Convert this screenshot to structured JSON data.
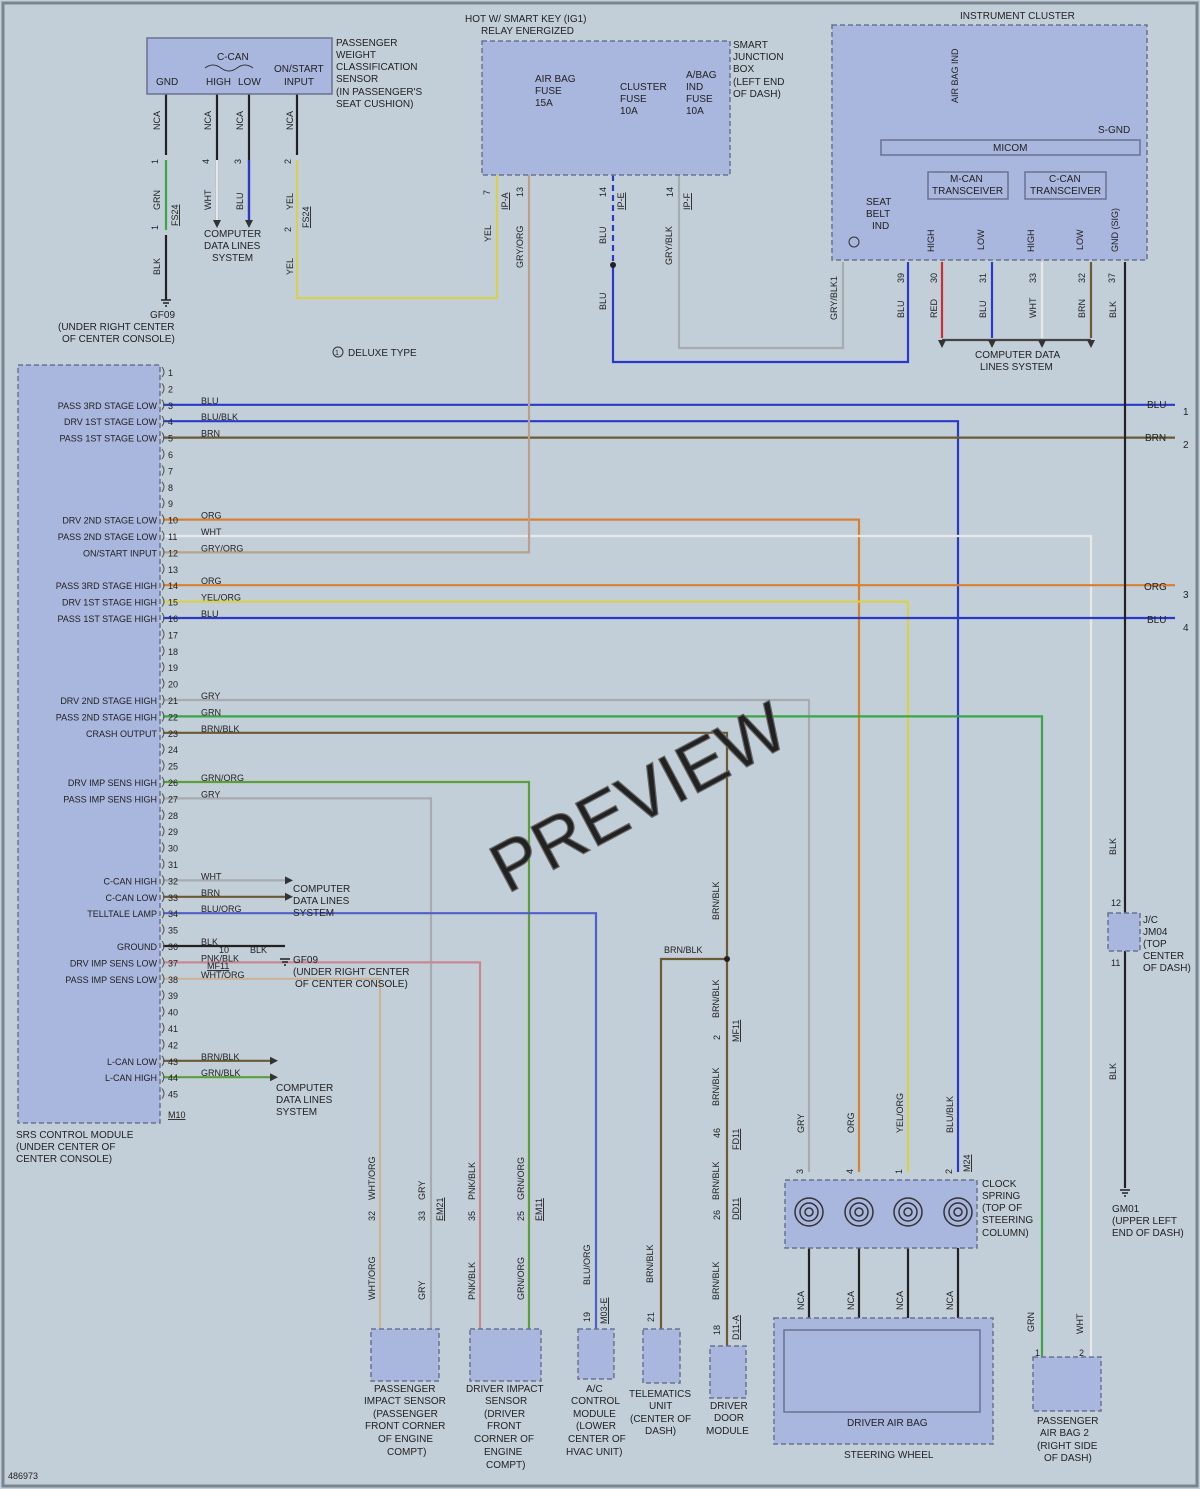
{
  "diagram_id": "486973",
  "watermark": "PREVIEW",
  "deluxe_note": "DELUXE TYPE",
  "srs": {
    "title_lines": [
      "SRS CONTROL MODULE",
      "(UNDER CENTER OF",
      "CENTER CONSOLE)"
    ],
    "connector": "M10",
    "pins": [
      "1",
      "2",
      "3",
      "4",
      "5",
      "6",
      "7",
      "8",
      "9",
      "10",
      "11",
      "12",
      "13",
      "14",
      "15",
      "16",
      "17",
      "18",
      "19",
      "20",
      "21",
      "22",
      "23",
      "24",
      "25",
      "26",
      "27",
      "28",
      "29",
      "30",
      "31",
      "32",
      "33",
      "34",
      "35",
      "36",
      "37",
      "38",
      "39",
      "40",
      "41",
      "42",
      "43",
      "44",
      "45"
    ],
    "labels": [
      {
        "pin": "3",
        "text": "PASS 3RD STAGE LOW",
        "wire": "BLU"
      },
      {
        "pin": "4",
        "text": "DRV 1ST STAGE LOW",
        "wire": "BLU/BLK"
      },
      {
        "pin": "5",
        "text": "PASS 1ST STAGE LOW",
        "wire": "BRN"
      },
      {
        "pin": "10",
        "text": "DRV 2ND STAGE LOW",
        "wire": "ORG"
      },
      {
        "pin": "11",
        "text": "PASS 2ND STAGE LOW",
        "wire": "WHT"
      },
      {
        "pin": "12",
        "text": "ON/START INPUT",
        "wire": "GRY/ORG"
      },
      {
        "pin": "14",
        "text": "PASS 3RD STAGE HIGH",
        "wire": "ORG"
      },
      {
        "pin": "15",
        "text": "DRV 1ST STAGE HIGH",
        "wire": "YEL/ORG"
      },
      {
        "pin": "16",
        "text": "PASS 1ST STAGE HIGH",
        "wire": "BLU"
      },
      {
        "pin": "21",
        "text": "DRV 2ND STAGE HIGH",
        "wire": "GRY"
      },
      {
        "pin": "22",
        "text": "PASS 2ND STAGE HIGH",
        "wire": "GRN"
      },
      {
        "pin": "23",
        "text": "CRASH OUTPUT",
        "wire": "BRN/BLK"
      },
      {
        "pin": "26",
        "text": "DRV IMP SENS HIGH",
        "wire": "GRN/ORG"
      },
      {
        "pin": "27",
        "text": "PASS IMP SENS HIGH",
        "wire": "GRY"
      },
      {
        "pin": "32",
        "text": "C-CAN HIGH",
        "wire": "WHT"
      },
      {
        "pin": "33",
        "text": "C-CAN LOW",
        "wire": "BRN"
      },
      {
        "pin": "34",
        "text": "TELLTALE LAMP",
        "wire": "BLU/ORG"
      },
      {
        "pin": "36",
        "text": "GROUND",
        "wire": "BLK"
      },
      {
        "pin": "37",
        "text": "DRV IMP SENS LOW",
        "wire": "PNK/BLK"
      },
      {
        "pin": "38",
        "text": "PASS IMP SENS LOW",
        "wire": "WHT/ORG"
      },
      {
        "pin": "43",
        "text": "L-CAN LOW",
        "wire": "BRN/BLK"
      },
      {
        "pin": "44",
        "text": "L-CAN HIGH",
        "wire": "GRN/BLK"
      }
    ]
  },
  "pwcs": {
    "title_lines": [
      "PASSENGER",
      "WEIGHT",
      "CLASSIFICATION",
      "SENSOR",
      "(IN PASSENGER'S",
      "SEAT CUSHION)"
    ],
    "can_label": "C-CAN",
    "cols": [
      "GND",
      "HIGH",
      "LOW",
      "ON/START",
      "INPUT"
    ],
    "wires": [
      "NCA",
      "NCA",
      "NCA",
      "NCA"
    ],
    "pins": [
      "1",
      "4",
      "3",
      "2"
    ],
    "gnd_wire": "GRN",
    "gnd_conn": "FS24",
    "gnd_pin": "1",
    "blk": "BLK",
    "wht": "WHT",
    "blu": "BLU",
    "yel": "YEL",
    "yel_pin": "2",
    "yel_conn": "FS24",
    "cdl": [
      "COMPUTER",
      "DATA LINES",
      "SYSTEM"
    ],
    "gf09": [
      "GF09",
      "(UNDER RIGHT CENTER",
      "OF CENTER CONSOLE)"
    ]
  },
  "sjb": {
    "header": [
      "HOT W/ SMART KEY (IG1)",
      "RELAY ENERGIZED"
    ],
    "title_lines": [
      "SMART",
      "JUNCTION",
      "BOX",
      "(LEFT END",
      "OF DASH)"
    ],
    "fuses": [
      [
        "AIR BAG",
        "FUSE",
        "15A"
      ],
      [
        "CLUSTER",
        "FUSE",
        "10A"
      ],
      [
        "A/BAG",
        "IND",
        "FUSE",
        "10A"
      ]
    ],
    "pins": [
      "7",
      "13",
      "14",
      "14"
    ],
    "conns": [
      "IP-A",
      "IP-E",
      "IP-F"
    ],
    "wires": [
      "YEL",
      "GRY/ORG",
      "BLU",
      "GRY/BLK",
      "BLU"
    ]
  },
  "cluster": {
    "title": "INSTRUMENT CLUSTER",
    "airbag_ind": "AIR BAG IND",
    "sgnd": "S-GND",
    "micom": "MICOM",
    "mcan": [
      "M-CAN",
      "TRANSCEIVER"
    ],
    "ccan": [
      "C-CAN",
      "TRANSCEIVER"
    ],
    "seatbelt": [
      "SEAT",
      "BELT",
      "IND"
    ],
    "terms": [
      "HIGH",
      "LOW",
      "HIGH",
      "LOW",
      "GND (SIG)"
    ],
    "pins": [
      "39",
      "30",
      "31",
      "33",
      "32",
      "37"
    ],
    "wires": [
      "GRY/BLK1",
      "BLU",
      "RED",
      "BLU",
      "WHT",
      "BRN",
      "BLK"
    ],
    "cdl": [
      "COMPUTER DATA",
      "LINES SYSTEM"
    ]
  },
  "right_edge": [
    {
      "wire": "BLU",
      "ref": "1"
    },
    {
      "wire": "BRN",
      "ref": "2"
    },
    {
      "wire": "ORG",
      "ref": "3"
    },
    {
      "wire": "BLU",
      "ref": "4"
    }
  ],
  "mid": {
    "cdl": [
      "COMPUTER",
      "DATA LINES",
      "SYSTEM"
    ],
    "ground_pin": "10",
    "ground_wire": "BLK",
    "ground_conn": "MF11",
    "gf09": [
      "GF09",
      "(UNDER RIGHT CENTER",
      "OF CENTER CONSOLE)"
    ],
    "lcan_cdl": [
      "COMPUTER",
      "DATA LINES",
      "SYSTEM"
    ]
  },
  "jc": {
    "title": [
      "J/C",
      "JM04",
      "(TOP",
      "CENTER",
      "OF DASH)"
    ],
    "pin_top": "12",
    "pin_bot": "11",
    "wire": "BLK",
    "gm01": [
      "GM01",
      "(UPPER LEFT",
      "END OF DASH)"
    ]
  },
  "brnblk": {
    "label": "BRN/BLK",
    "c1_pin": "2",
    "c1": "MF11",
    "c2_pin": "46",
    "c2": "FD11",
    "c3_pin": "26",
    "c3": "DD11",
    "c4_pin": "18",
    "c4": "D11-A"
  },
  "clock": {
    "title": [
      "CLOCK",
      "SPRING",
      "(TOP OF",
      "STEERING",
      "COLUMN)"
    ],
    "wires": [
      "GRY",
      "ORG",
      "YEL/ORG",
      "BLU/BLK"
    ],
    "pins": [
      "3",
      "4",
      "1",
      "2"
    ],
    "conn": "M24",
    "nca": [
      "NCA",
      "NCA",
      "NCA",
      "NCA"
    ]
  },
  "driver_bag": {
    "title": "DRIVER AIR BAG",
    "footer": "STEERING WHEEL"
  },
  "pass_bag2": {
    "title": [
      "PASSENGER",
      "AIR BAG 2",
      "(RIGHT SIDE",
      "OF DASH)"
    ],
    "wires": [
      "GRN",
      "WHT"
    ],
    "pins": [
      "1",
      "2"
    ]
  },
  "pis": {
    "title": [
      "PASSENGER",
      "IMPACT SENSOR",
      "(PASSENGER",
      "FRONT CORNER",
      "OF ENGINE",
      "COMPT)"
    ],
    "wires": [
      "WHT/ORG",
      "GRY"
    ],
    "pins": [
      "32",
      "33"
    ],
    "conn": "EM21"
  },
  "dis": {
    "title": [
      "DRIVER IMPACT",
      "SENSOR",
      "(DRIVER",
      "FRONT",
      "CORNER OF",
      "ENGINE",
      "COMPT)"
    ],
    "wires": [
      "PNK/BLK",
      "GRN/ORG"
    ],
    "pins": [
      "35",
      "25"
    ],
    "conn": "EM11"
  },
  "ac": {
    "title": [
      "A/C",
      "CONTROL",
      "MODULE",
      "(LOWER",
      "CENTER OF",
      "HVAC UNIT)"
    ],
    "wire": "BLU/ORG",
    "pin": "19",
    "conn": "M03-E"
  },
  "tel": {
    "title": [
      "TELEMATICS",
      "UNIT",
      "(CENTER OF",
      "DASH)"
    ],
    "wire": "BRN/BLK",
    "pin": "21"
  },
  "ddm": {
    "title": [
      "DRIVER",
      "DOOR",
      "MODULE"
    ]
  },
  "colors": {
    "blu": "#2a3ac8",
    "brn": "#6b5a35",
    "org": "#d98030",
    "wht": "#e8e8e8",
    "gry": "#a7aaae",
    "yel": "#d8d050",
    "grn": "#3aa648",
    "red": "#c83030",
    "blk": "#222222",
    "grn_org": "#5a9f3a",
    "pnk_blk": "#c88890",
    "wht_org": "#c9b49a",
    "brn_blk": "#6b5a35",
    "gry_org": "#b9a08a"
  }
}
